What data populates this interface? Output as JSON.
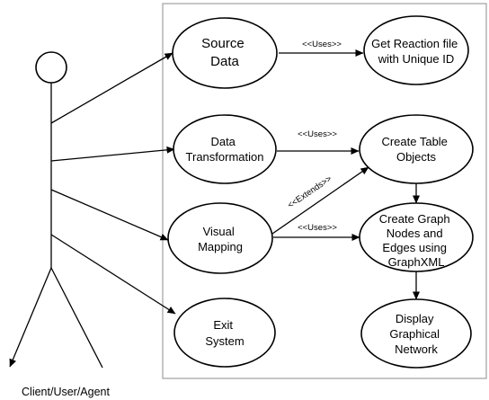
{
  "actor": {
    "label": "Client/User/Agent"
  },
  "use_cases": {
    "source_data": [
      "Source",
      "Data"
    ],
    "data_transformation": [
      "Data",
      "Transformation"
    ],
    "visual_mapping": [
      "Visual",
      "Mapping"
    ],
    "exit_system": [
      "Exit",
      "System"
    ],
    "get_reaction_file": [
      "Get Reaction file",
      "with Unique ID"
    ],
    "create_table_objects": [
      "Create Table",
      "Objects"
    ],
    "create_graph_nodes": [
      "Create Graph",
      "Nodes and",
      "Edges using",
      "GraphXML"
    ],
    "display_network": [
      "Display",
      "Graphical",
      "Network"
    ]
  },
  "relations": {
    "uses_1": "<<Uses>>",
    "uses_2": "<<Uses>>",
    "uses_3": "<<Uses>>",
    "extends": "<<Extends>>"
  }
}
